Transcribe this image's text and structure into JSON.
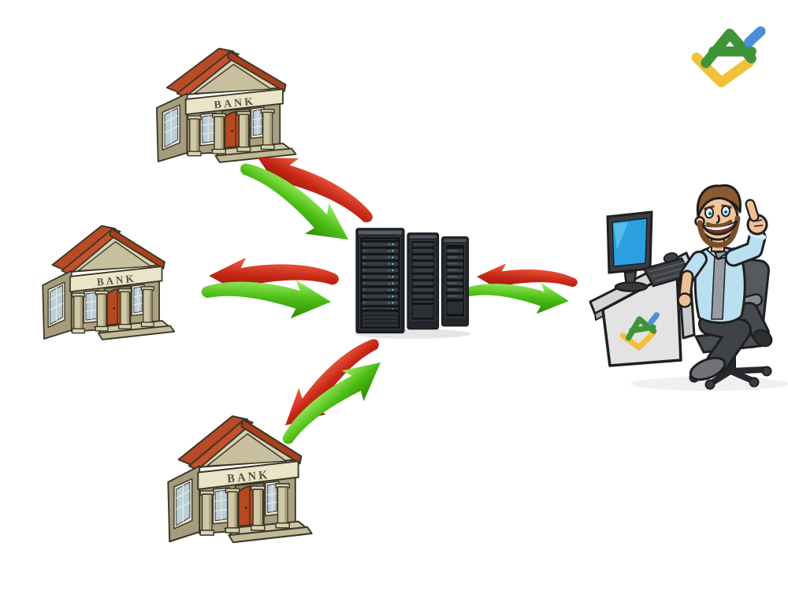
{
  "background": "#ffffff",
  "banks": [
    {
      "id": "bank-top",
      "sign_text": "BANK"
    },
    {
      "id": "bank-middle",
      "sign_text": "BANK"
    },
    {
      "id": "bank-bottom",
      "sign_text": "BANK"
    }
  ],
  "server": {
    "icon": "server-racks",
    "rack_count": 3
  },
  "trader": {
    "icon": "trader-at-desk-thumbs-up",
    "monitor_screen_color": "#2aa0e0",
    "shirt_color": "#b9dff0"
  },
  "brand_logo": {
    "icon": "liteforex-logo",
    "positions": [
      "top-right",
      "desk-front-panel"
    ],
    "colors": {
      "green": "#3f9438",
      "blue": "#4a90d9",
      "yellow": "#f0c23a"
    }
  },
  "arrows": {
    "red_color": "#c42715",
    "green_color": "#4cbd15",
    "pairs": [
      {
        "between": "top-bank-and-server",
        "red_points": "up-left",
        "green_points": "down-right"
      },
      {
        "between": "middle-bank-and-server",
        "red_points": "left",
        "green_points": "right"
      },
      {
        "between": "bottom-bank-and-server",
        "red_points": "down-left",
        "green_points": "up-right"
      },
      {
        "between": "server-and-trader",
        "red_points": "left",
        "green_points": "right"
      }
    ]
  },
  "palette": {
    "bank_wall": "#a9a081",
    "bank_roof": "#c2512c",
    "bank_door": "#b5491f",
    "bank_window": "#b9cfdc",
    "server_body": "#1f2226",
    "desk": "#e3e3e3"
  }
}
